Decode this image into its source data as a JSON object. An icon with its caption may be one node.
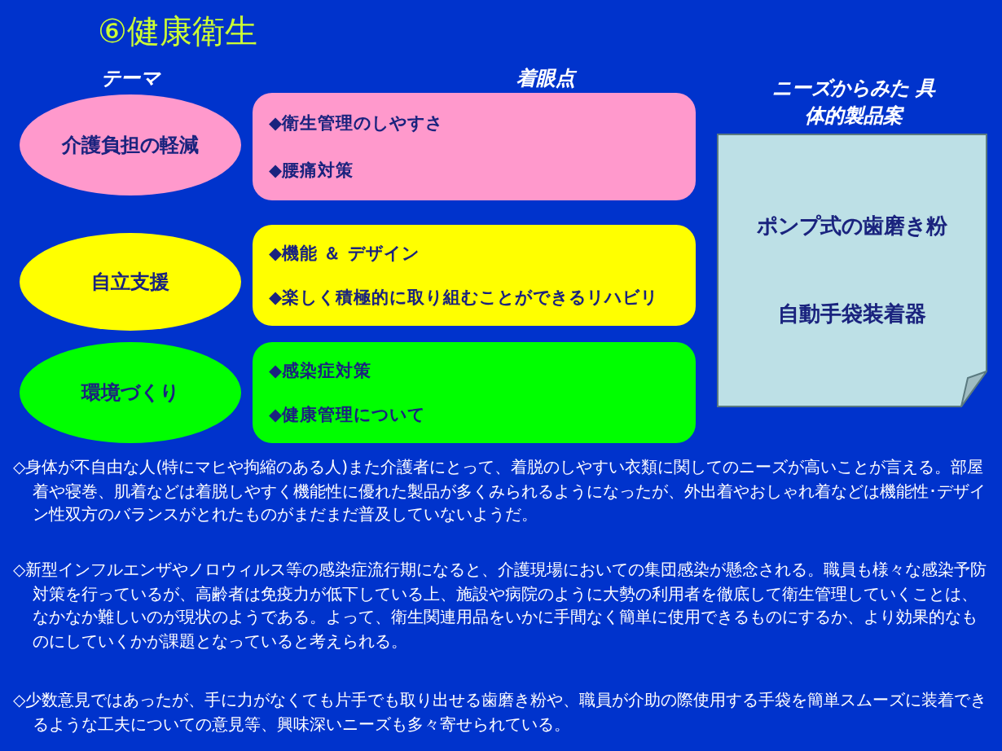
{
  "diagram": {
    "title": "⑥健康衛生",
    "nodes": [
      {
        "text": [
          "介護負担の軽減"
        ]
      },
      {
        "text": [
          "◆衛生管理のしやすさ",
          "◆腰痛対策"
        ]
      },
      {
        "text": [
          "自立支援"
        ]
      },
      {
        "text": [
          "◆機能 ＆ デザイン",
          "◆楽しく積極的に取り組むことができるリハビリ"
        ]
      },
      {
        "text": [
          "環境づくり"
        ]
      },
      {
        "text": [
          "◆感染症対策",
          "◆健康管理について"
        ]
      },
      {
        "text": [
          "ポンプ式の歯磨き粉",
          "自動手袋装着器"
        ]
      }
    ],
    "labels": [
      "テーマ",
      "着眼点",
      "ニーズからみた 具体的製品案",
      "◇身体が不自由な人(特にマヒや拘縮のある人)また介護者にとって、着脱のしやすい衣類に関してのニーズが高いことが言える。部屋着や寝巻、肌着などは着脱しやすく機能性に優れた製品が多くみられるようになったが、外出着やおしゃれ着などは機能性･デザイン性双方のバランスがとれたものがまだまだ普及していないようだ。",
      "◇新型インフルエンザやノロウィルス等の感染症流行期になると、介護現場においての集団感染が懸念される。職員も様々な感染予防対策を行っているが、高齢者は免疫力が低下している上、施設や病院のように大勢の利用者を徹底して衛生管理していくことは、なかなか難しいのが現状のようである。よって、衛生関連用品をいかに手間なく簡単に使用できるものにするか、より効果的なものにしていくかが課題となっていると考えられる。",
      "◇少数意見ではあったが、手に力がなくても片手でも取り出せる歯磨き粉や、職員が介助の際使用する手袋を簡単スムーズに装着できるような工夫についての意見等、興味深いニーズも多々寄せられている。"
    ]
  }
}
